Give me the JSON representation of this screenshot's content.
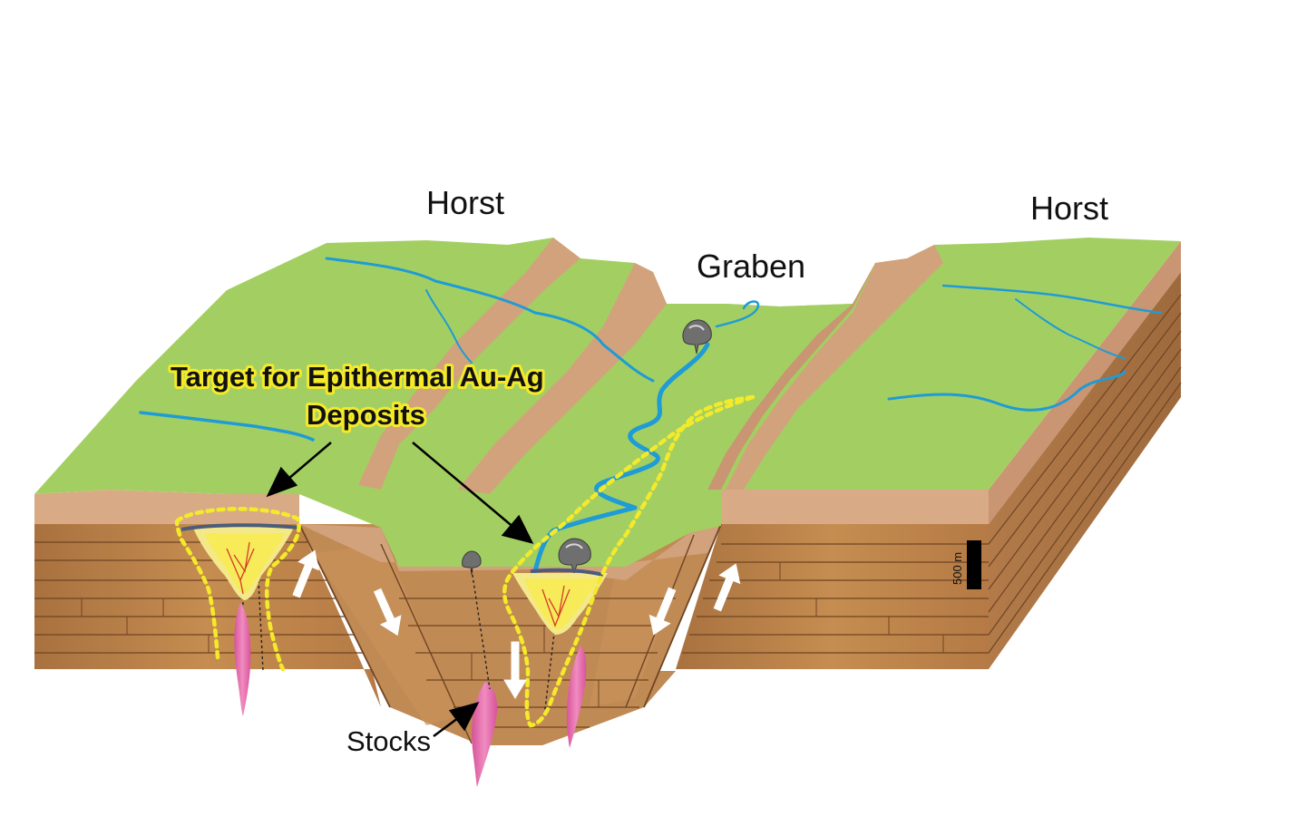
{
  "labels": {
    "horst_left": "Horst",
    "horst_right": "Horst",
    "graben": "Graben",
    "target_line1": "Target for Epithermal Au-Ag",
    "target_line2": "Deposits",
    "stocks": "Stocks",
    "scale": "500 m"
  },
  "colors": {
    "surface_green": "#a3cf62",
    "scarp_tan": "#d2a27c",
    "soil_top": "#d8aa86",
    "strata_brown": "#b97c48",
    "river_blue": "#1f9bd6",
    "target_outline_yellow": "#f4ea2a",
    "stock_pink": "#e76fae",
    "vein_red": "#d63a2a"
  },
  "icons": {
    "volcano": "volcano-icon",
    "displacement_arrow": "arrow-icon"
  }
}
